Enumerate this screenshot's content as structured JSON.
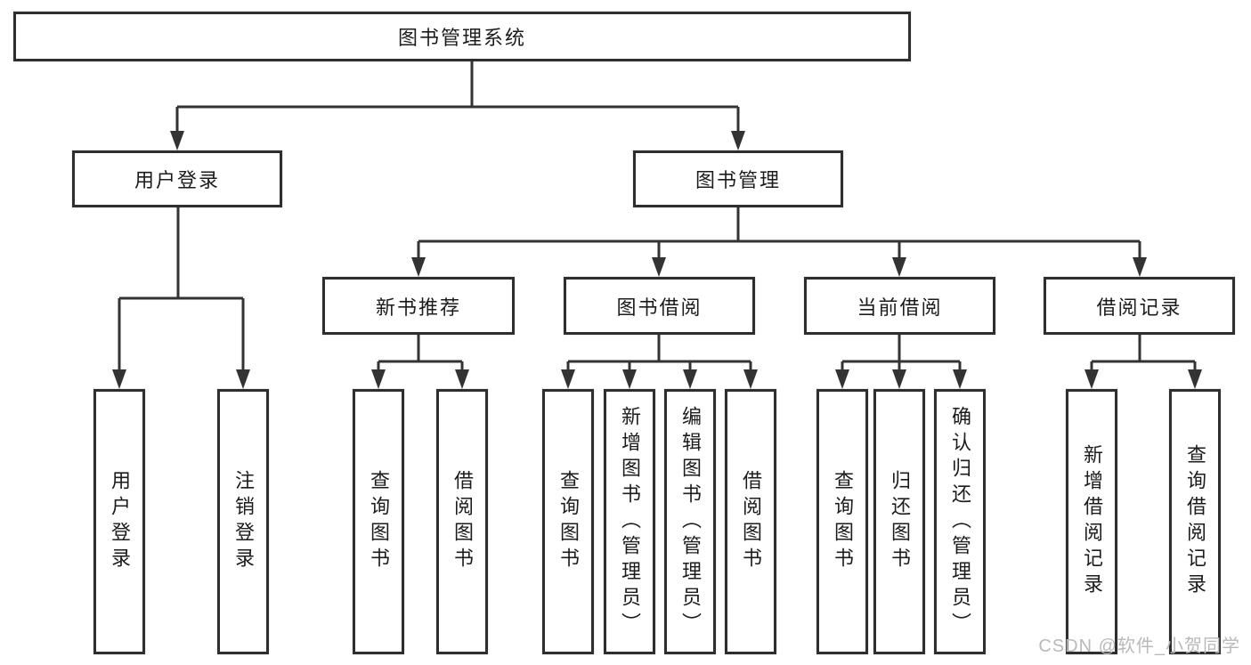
{
  "diagram": {
    "kind": "hierarchy-tree",
    "line_color": "#333333",
    "box_border_color": "#2e2e2e",
    "background_color": "#ffffff",
    "watermark": {
      "text": "CSDN @软件_小贺同学",
      "color": "#b9b9b9"
    },
    "tree": {
      "label": "图书管理系统",
      "children": [
        {
          "label": "用户登录",
          "children": [
            {
              "label": "用户登录"
            },
            {
              "label": "注销登录"
            }
          ]
        },
        {
          "label": "图书管理",
          "children": [
            {
              "label": "新书推荐",
              "children": [
                {
                  "label": "查询图书"
                },
                {
                  "label": "借阅图书"
                }
              ]
            },
            {
              "label": "图书借阅",
              "children": [
                {
                  "label": "查询图书"
                },
                {
                  "label": "新增图书（管理员）"
                },
                {
                  "label": "编辑图书（管理员）"
                },
                {
                  "label": "借阅图书"
                }
              ]
            },
            {
              "label": "当前借阅",
              "children": [
                {
                  "label": "查询图书"
                },
                {
                  "label": "归还图书"
                },
                {
                  "label": "确认归还（管理员）"
                }
              ]
            },
            {
              "label": "借阅记录",
              "children": [
                {
                  "label": "新增借阅记录"
                },
                {
                  "label": "查询借阅记录"
                }
              ]
            }
          ]
        }
      ]
    }
  }
}
